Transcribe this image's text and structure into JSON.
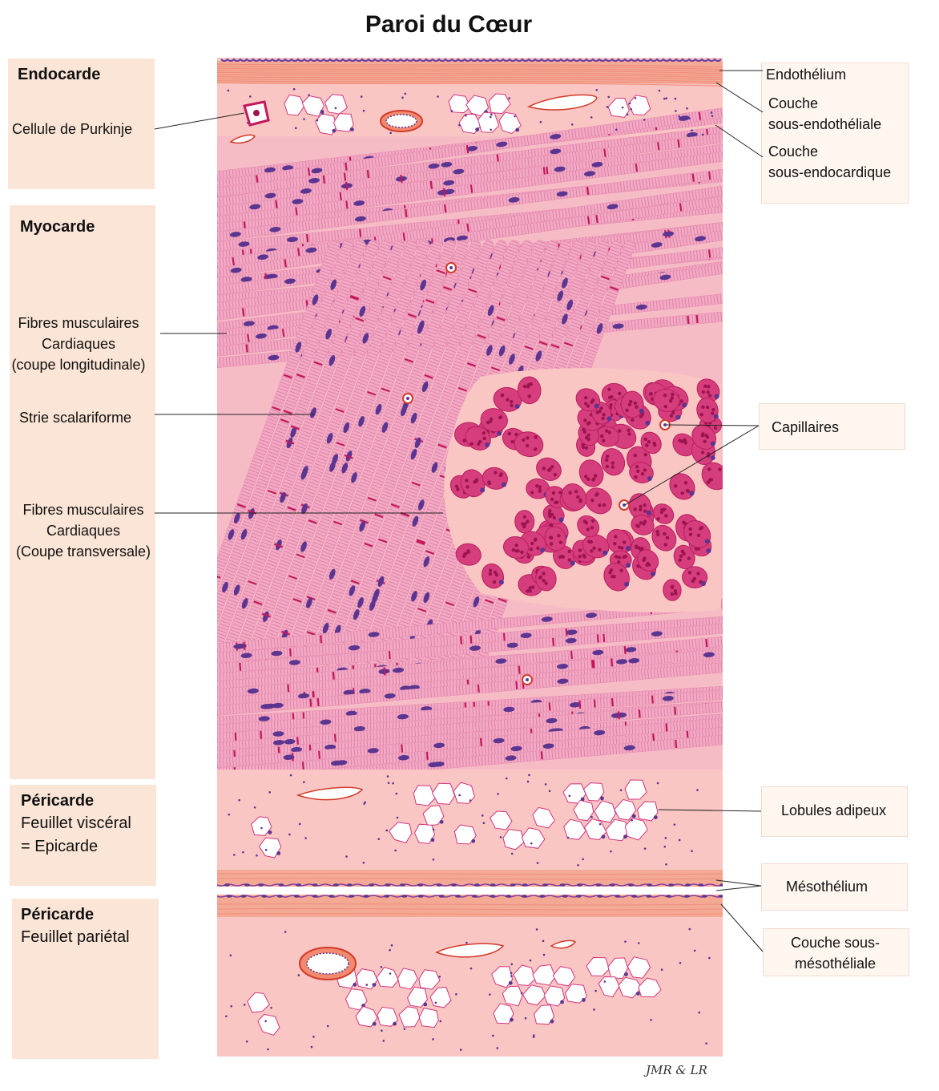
{
  "title": "Paroi du Cœur",
  "left_panels": {
    "endocarde": {
      "heading": "Endocarde",
      "labels": {
        "purkinje": "Cellule de Purkinje"
      }
    },
    "myocarde": {
      "heading": "Myocarde",
      "labels": {
        "longi_1": "Fibres musculaires",
        "longi_2": "Cardiaques",
        "longi_3": "(coupe longitudinale)",
        "strie": "Strie scalariforme",
        "trans_1": "Fibres musculaires",
        "trans_2": "Cardiaques",
        "trans_3": "(Coupe transversale)"
      }
    },
    "pericarde_visceral": {
      "heading": "Péricarde",
      "line1": "Feuillet viscéral",
      "line2": "= Epicarde"
    },
    "pericarde_parietal": {
      "heading": "Péricarde",
      "line1": "Feuillet pariétal"
    }
  },
  "right_labels": {
    "endothelium": "Endothélium",
    "sous_endo_1": "Couche",
    "sous_endo_2": "sous-endothéliale",
    "sous_endoc_1": "Couche",
    "sous_endoc_2": "sous-endocardique",
    "capillaires": "Capillaires",
    "lobules": "Lobules adipeux",
    "mesothelium": "Mésothélium",
    "sous_meso_1": "Couche sous-",
    "sous_meso_2": "mésothéliale"
  },
  "credit": "JMR  & LR",
  "colors": {
    "stroma": "#f7c4c4",
    "fiber": "#f1a6c0",
    "fiber_stripe": "#e084a7",
    "nucleus": "#5b3590",
    "disc": "#c2185b",
    "cross_section": "#d63d7c",
    "collagen": "#f0a090",
    "vessel_red": "#d23a2a"
  }
}
